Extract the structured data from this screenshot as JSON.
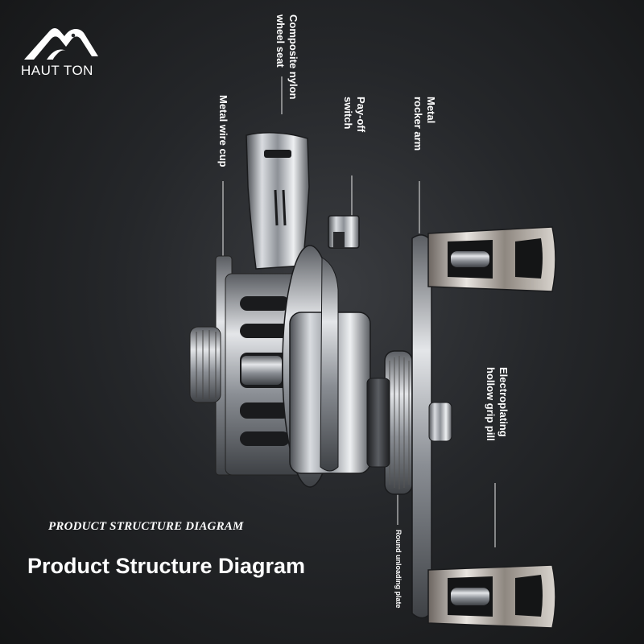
{
  "brand": {
    "name": "HAUT TON",
    "logo_icon": "mountain-wave-logo-icon"
  },
  "callouts": {
    "composite_seat": "Composite nylon\nwheel seat",
    "wire_cup": "Metal wire cup",
    "payoff_switch": "Pay-off\nswitch",
    "rocker_arm": "Metal\nrocker arm",
    "grip_pill": "Electroplating\nhollow grip pill",
    "unloading_plate": "Round unloading plate"
  },
  "subtitle": "PRODUCT STRUCTURE DIAGRAM",
  "title": "Product Structure Diagram",
  "colors": {
    "background": "#25272a",
    "text": "#ffffff",
    "metal": "#c9ccd1"
  }
}
